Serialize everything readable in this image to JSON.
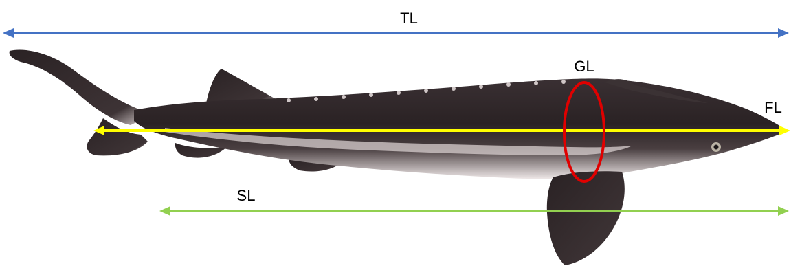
{
  "labels": {
    "tl": "TL",
    "gl": "GL",
    "fl": "FL",
    "sl": "SL"
  },
  "colors": {
    "tl_arrow": "#4472C4",
    "fl_arrow": "#FFFF00",
    "sl_arrow": "#92D050",
    "gl_ellipse": "#E00000",
    "fish_body": "#2e2628",
    "fish_belly": "#f2ecec",
    "fish_stripe": "#d8cfcf"
  },
  "subject": "sturgeon-photo"
}
